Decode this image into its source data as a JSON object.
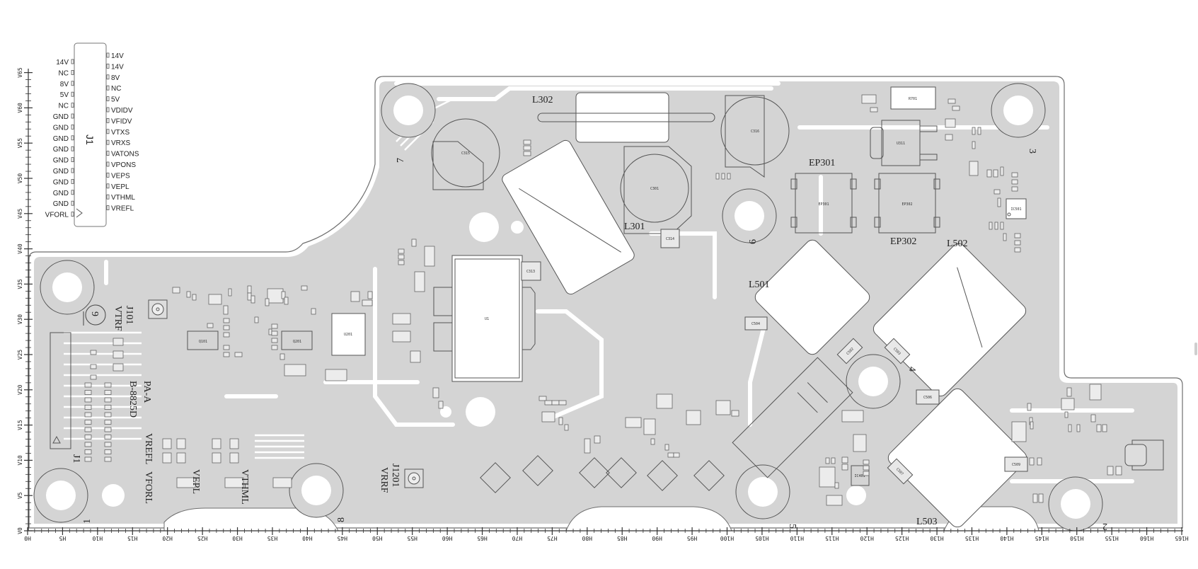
{
  "j1_symbol": {
    "ref": "J1",
    "left_pins": [
      "14V",
      "NC",
      "8V",
      "5V",
      "NC",
      "GND",
      "GND",
      "GND",
      "GND",
      "GND",
      "GND",
      "GND",
      "GND",
      "GND",
      "VFORL"
    ],
    "right_pins": [
      "14V",
      "14V",
      "8V",
      "NC",
      "5V",
      "VDIDV",
      "VFIDV",
      "VTXS",
      "VRXS",
      "VATONS",
      "VPONS",
      "VEPS",
      "VEPL",
      "VTHML",
      "VREFL"
    ]
  },
  "rulers": {
    "h_labels": [
      "H0",
      "H5",
      "H10",
      "H15",
      "H20",
      "H25",
      "H30",
      "H35",
      "H40",
      "H45",
      "H50",
      "H55",
      "H60",
      "H65",
      "H70",
      "H75",
      "H80",
      "H85",
      "H90",
      "H95",
      "H100",
      "H105",
      "H110",
      "H115",
      "H120",
      "H125",
      "H130",
      "H135",
      "H140",
      "H145",
      "H150",
      "H155",
      "H160",
      "H165"
    ],
    "v_labels": [
      "V0",
      "V5",
      "V10",
      "V15",
      "V20",
      "V25",
      "V30",
      "V35",
      "V40",
      "V45",
      "V50",
      "V55",
      "V60",
      "V65"
    ]
  },
  "board": {
    "silk": {
      "l302": "L302",
      "l301": "L301",
      "ep301": "EP301",
      "ep302": "EP302",
      "l502": "L502",
      "l501": "L501",
      "l503": "L503",
      "j101": "J101",
      "vtrf": "VTRF",
      "b8825d": "B-8825D",
      "pa_a": "PA-A",
      "j1": "J1",
      "vrefl": "VREFL",
      "vforl": "VFORL",
      "vepl": "VEPL",
      "vthml": "VTHML",
      "j1201": "J1201",
      "vrrf": "VRRF",
      "n1": "1",
      "n2": "2",
      "n3": "3",
      "n4": "4",
      "n5": "5",
      "n6": "6",
      "n7": "7",
      "n8": "8",
      "n9": "9"
    },
    "refs": {
      "c315": "C315",
      "c301": "C301",
      "c316": "C316",
      "c313": "C313",
      "c314": "C314",
      "ep301": "EP301",
      "ep302": "EP302",
      "u311": "U311",
      "r701": "R701",
      "ic501": "IC501",
      "c502": "C502",
      "c503": "C503",
      "c504": "C504",
      "c506": "C506",
      "c507": "C507",
      "c509": "C509",
      "ic401": "IC401",
      "q101": "Q101",
      "q201": "Q201",
      "u201": "U201",
      "u1": "U1"
    }
  },
  "colors": {
    "copper": "#d4d4d4",
    "outline": "#6e6e6e",
    "text": "#222222"
  }
}
